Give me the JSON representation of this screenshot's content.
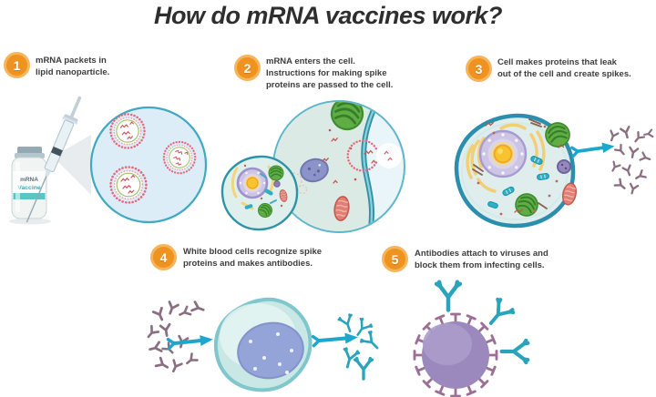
{
  "title": "How do mRNA vaccines work?",
  "steps": [
    {
      "number": "1",
      "lines": [
        "mRNA packets in",
        "lipid nanoparticle."
      ]
    },
    {
      "number": "2",
      "lines": [
        "mRNA enters the cell.",
        "Instructions for making spike",
        "proteins are passed to the cell."
      ]
    },
    {
      "number": "3",
      "lines": [
        "Cell makes proteins that leak",
        "out of the cell and create spikes."
      ]
    },
    {
      "number": "4",
      "lines": [
        "White blood cells recognize spike",
        "proteins and makes antibodies."
      ]
    },
    {
      "number": "5",
      "lines": [
        "Antibodies attach to viruses and",
        "block them from infecting cells."
      ]
    }
  ],
  "vial": {
    "label_line1": "mRNA",
    "label_line2": "Vaccine"
  },
  "colors": {
    "badge_orange": "#EF9320",
    "badge_ring": "#F6B55C",
    "arrow_teal": "#1EA7CD",
    "antibody_teal": "#2BA3BC",
    "spike_protein_mauve": "#8A6F80",
    "virus_purple": "#9B89BE",
    "virus_spike": "#9C6E95",
    "membrane_teal": "#2E93A8",
    "nanoparticle_pink": "#E4697B",
    "mrna_red": "#C4574E",
    "cell_fill": "#DFEEED",
    "nucleus_lavender": "#CDC5E6",
    "nucleolus_yellow": "#F7C42F",
    "text_dark": "#3D3D3D"
  },
  "icon_names": [
    "vaccine-vial",
    "syringe-icon",
    "magnifier-cone",
    "lipid-nanoparticle",
    "mrna-strand",
    "cell",
    "cell-membrane",
    "golgi-apparatus",
    "nucleus",
    "mitochondria",
    "spike-protein",
    "white-blood-cell",
    "antibody",
    "virus",
    "arrow-right-icon"
  ]
}
